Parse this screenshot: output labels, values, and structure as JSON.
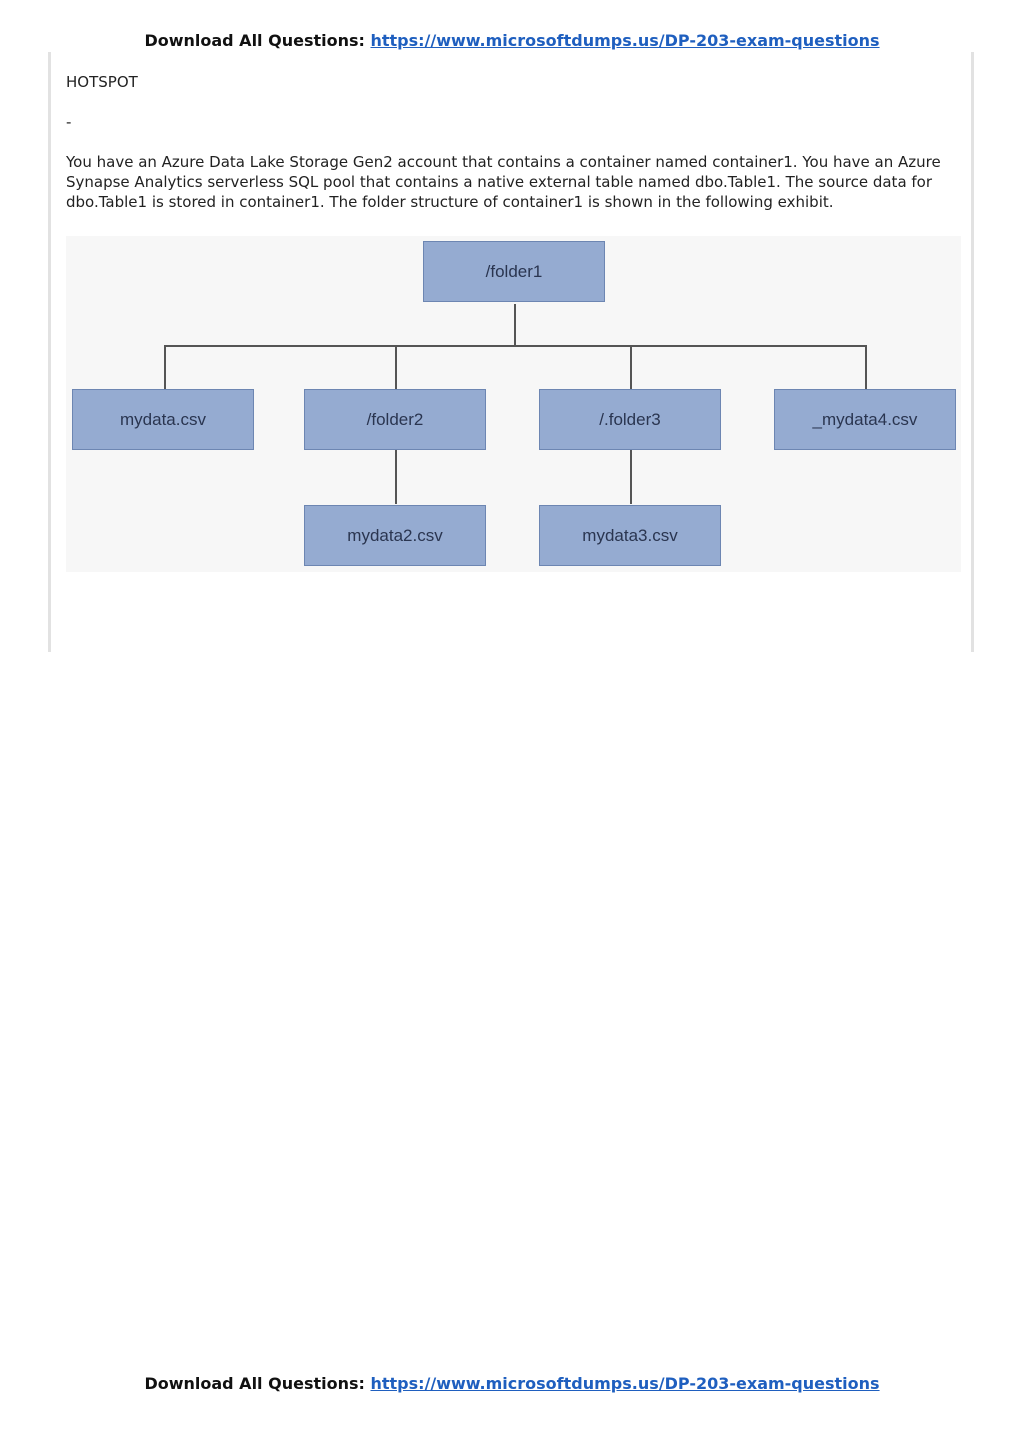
{
  "header": {
    "label": "Download All Questions:",
    "link": "https://www.microsoftdumps.us/DP-203-exam-questions"
  },
  "question": {
    "type": "HOTSPOT",
    "dash": "-",
    "text": "You have an Azure Data Lake Storage Gen2 account that contains a container named container1. You have an Azure Synapse Analytics serverless SQL pool that contains a native external table named dbo.Table1. The source data for dbo.Table1 is stored in container1. The folder structure of container1 is shown in the following exhibit."
  },
  "diagram": {
    "root": "/folder1",
    "children": [
      "mydata.csv",
      "/folder2",
      "/.folder3",
      "_mydata4.csv"
    ],
    "grandchildren": {
      "folder2": "mydata2.csv",
      "folder3": "mydata3.csv"
    },
    "box_color": "#95abd1",
    "line_color": "#555555"
  },
  "footer": {
    "label": "Download All Questions:",
    "link": "https://www.microsoftdumps.us/DP-203-exam-questions"
  }
}
